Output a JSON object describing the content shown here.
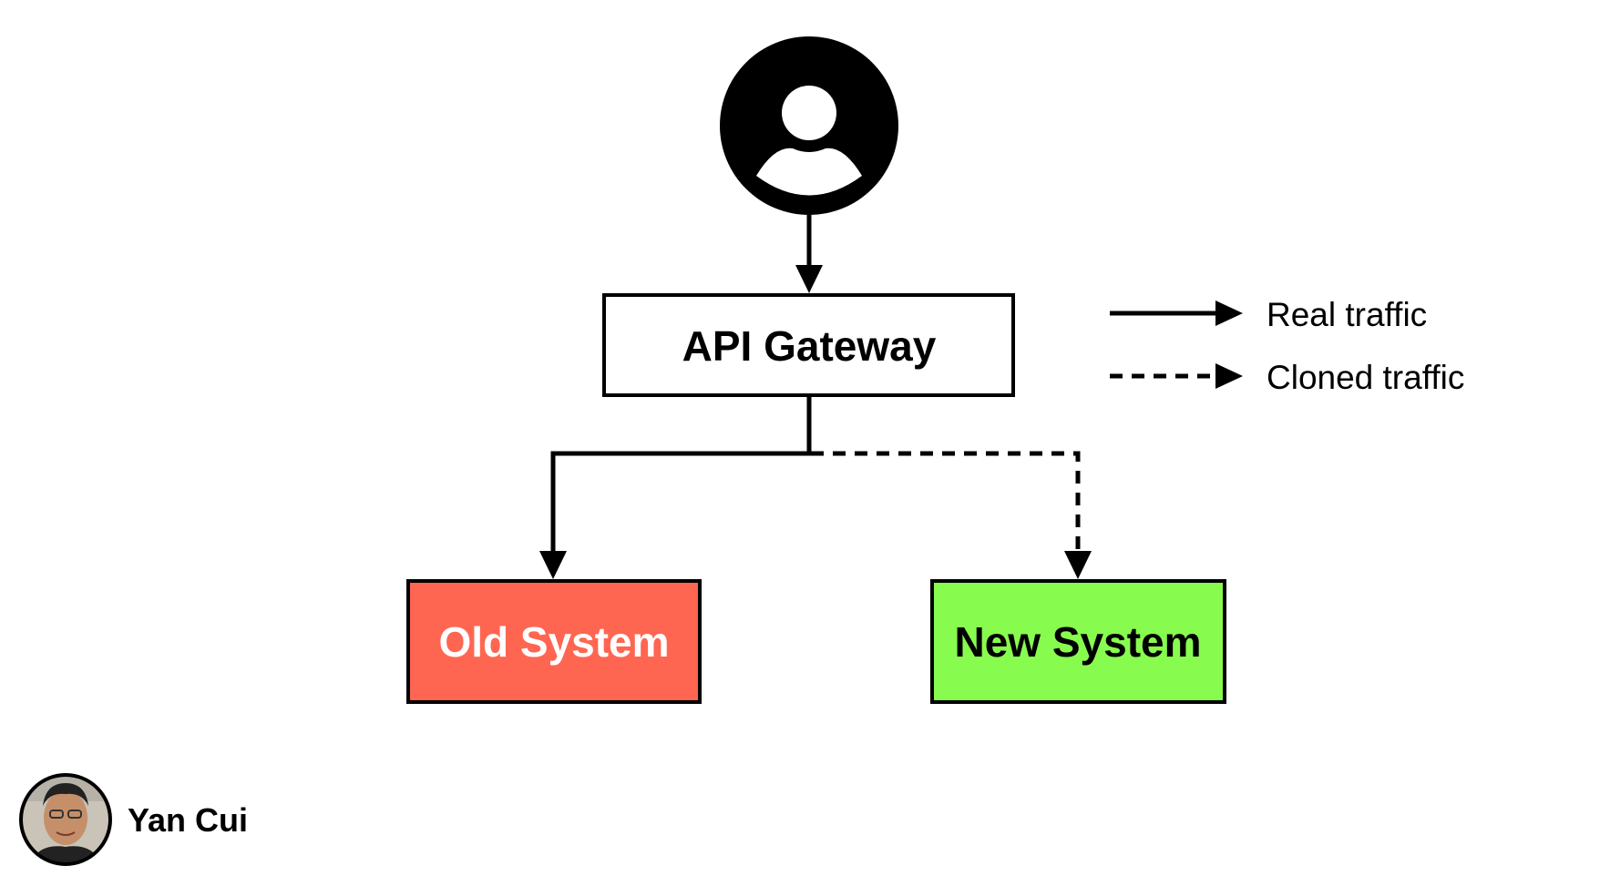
{
  "nodes": {
    "user": {
      "icon": "user-avatar-icon"
    },
    "gateway": {
      "label": "API Gateway"
    },
    "old_system": {
      "label": "Old System"
    },
    "new_system": {
      "label": "New System"
    }
  },
  "legend": {
    "real": "Real traffic",
    "cloned": "Cloned traffic"
  },
  "author": {
    "name": "Yan Cui",
    "avatar_icon": "author-photo"
  },
  "colors": {
    "old_system_fill": "#ff6651",
    "old_system_text": "#ffffff",
    "new_system_fill": "#88fb4f",
    "new_system_text": "#000000",
    "stroke": "#000000",
    "background": "#ffffff"
  }
}
